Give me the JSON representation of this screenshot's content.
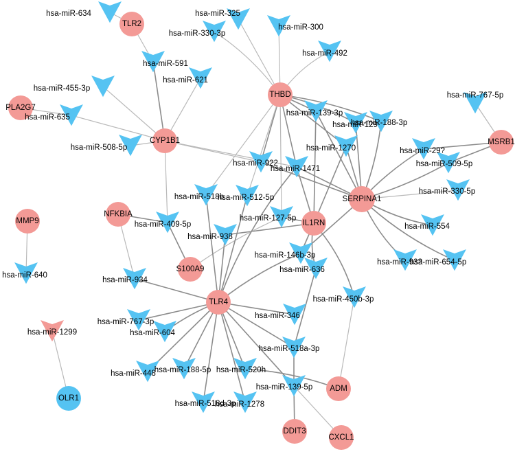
{
  "colors": {
    "gene_node": "#f39a96",
    "mirna_node": "#55c3f2",
    "edge_strong": "#8c8c8c",
    "edge_light": "#b9b9b9",
    "label": "#000000"
  },
  "genes": [
    {
      "id": "TLR2",
      "label": "TLR2",
      "color": "gene_node"
    },
    {
      "id": "THBD",
      "label": "THBD",
      "color": "gene_node"
    },
    {
      "id": "PLA2G7",
      "label": "PLA2G7",
      "color": "gene_node"
    },
    {
      "id": "CYP1B1",
      "label": "CYP1B1",
      "color": "gene_node"
    },
    {
      "id": "MSRB1",
      "label": "MSRB1",
      "color": "gene_node"
    },
    {
      "id": "SERPINA1",
      "label": "SERPINA1",
      "color": "gene_node"
    },
    {
      "id": "MMP9",
      "label": "MMP9",
      "color": "gene_node"
    },
    {
      "id": "NFKBIA",
      "label": "NFKBIA",
      "color": "gene_node"
    },
    {
      "id": "IL1RN",
      "label": "IL1RN",
      "color": "gene_node"
    },
    {
      "id": "S100A9",
      "label": "S100A9",
      "color": "gene_node"
    },
    {
      "id": "TLR4",
      "label": "TLR4",
      "color": "gene_node"
    },
    {
      "id": "ADM",
      "label": "ADM",
      "color": "gene_node"
    },
    {
      "id": "DDIT3",
      "label": "DDIT3",
      "color": "gene_node"
    },
    {
      "id": "CXCL1",
      "label": "CXCL1",
      "color": "gene_node"
    },
    {
      "id": "OLR1",
      "label": "OLR1",
      "color": "mirna_node"
    }
  ],
  "mirnas": [
    {
      "id": "634",
      "label": "hsa-miR-634",
      "color": "mirna_node"
    },
    {
      "id": "325",
      "label": "hsa-miR-325",
      "color": "mirna_node"
    },
    {
      "id": "300",
      "label": "hsa-miR-300",
      "color": "mirna_node"
    },
    {
      "id": "330-3p",
      "label": "hsa-miR-330-3p",
      "color": "mirna_node"
    },
    {
      "id": "492",
      "label": "hsa-miR-492",
      "color": "mirna_node"
    },
    {
      "id": "591",
      "label": "hsa-miR-591",
      "color": "mirna_node"
    },
    {
      "id": "621",
      "label": "hsa-miR-621",
      "color": "mirna_node"
    },
    {
      "id": "455-3p",
      "label": "hsa-miR-455-3p",
      "color": "mirna_node"
    },
    {
      "id": "767-5p-a",
      "label": "hsa-miR-767-5p",
      "color": "mirna_node"
    },
    {
      "id": "635",
      "label": "hsa-miR-635",
      "color": "mirna_node"
    },
    {
      "id": "139-3p",
      "label": "hsa-miR-139-3p",
      "color": "mirna_node"
    },
    {
      "id": "129",
      "label": "hsa-miR-129",
      "color": "mirna_node"
    },
    {
      "id": "188-3p",
      "label": "hsa-miR-188-3p",
      "color": "mirna_node"
    },
    {
      "id": "508-5p",
      "label": "hsa-miR-508-5p",
      "color": "mirna_node"
    },
    {
      "id": "1270",
      "label": "hsa-miR-1270",
      "color": "mirna_node"
    },
    {
      "id": "29x",
      "label": "hsa-miR-29?",
      "color": "mirna_node"
    },
    {
      "id": "509-5p",
      "label": "hsa-miR-509-5p",
      "color": "mirna_node"
    },
    {
      "id": "922",
      "label": "hsa-miR-922",
      "color": "mirna_node"
    },
    {
      "id": "1471",
      "label": "hsa-miR-1471",
      "color": "mirna_node"
    },
    {
      "id": "330-5p",
      "label": "hsa-miR-330-5p",
      "color": "mirna_node"
    },
    {
      "id": "518b",
      "label": "hsa-miR-518b",
      "color": "mirna_node"
    },
    {
      "id": "512-5p",
      "label": "hsa-miR-512-5p",
      "color": "mirna_node"
    },
    {
      "id": "127-5p",
      "label": "hsa-miR-127-5p",
      "color": "mirna_node"
    },
    {
      "id": "409-5p",
      "label": "hsa-miR-409-5p",
      "color": "mirna_node"
    },
    {
      "id": "554",
      "label": "hsa-miR-554",
      "color": "mirna_node"
    },
    {
      "id": "938",
      "label": "hsa-miR-938",
      "color": "mirna_node"
    },
    {
      "id": "146b-3p",
      "label": "hsa-miR-146b-3p",
      "color": "mirna_node"
    },
    {
      "id": "93x",
      "label": "hsa-miR-93?",
      "color": "mirna_node"
    },
    {
      "id": "654-5p",
      "label": "hsa-miR-654-5p",
      "color": "mirna_node"
    },
    {
      "id": "640",
      "label": "hsa-miR-640",
      "color": "mirna_node"
    },
    {
      "id": "636",
      "label": "hsa-miR-636",
      "color": "mirna_node"
    },
    {
      "id": "934",
      "label": "hsa-miR-934",
      "color": "mirna_node"
    },
    {
      "id": "450b-3p",
      "label": "hsa-miR-450b-3p",
      "color": "mirna_node"
    },
    {
      "id": "346",
      "label": "hsa-miR-346",
      "color": "mirna_node"
    },
    {
      "id": "767-3p",
      "label": "hsa-miR-767-3p",
      "color": "mirna_node"
    },
    {
      "id": "1299",
      "label": "hsa-miR-1299",
      "color": "gene_node"
    },
    {
      "id": "604",
      "label": "hsa-miR-604",
      "color": "mirna_node"
    },
    {
      "id": "518a-3p",
      "label": "hsa-miR-518a-3p",
      "color": "mirna_node"
    },
    {
      "id": "448",
      "label": "hsa-miR-448",
      "color": "mirna_node"
    },
    {
      "id": "188-5p",
      "label": "hsa-miR-188-5p",
      "color": "mirna_node"
    },
    {
      "id": "520h",
      "label": "hsa-miR-520h",
      "color": "mirna_node"
    },
    {
      "id": "139-5p",
      "label": "hsa-miR-139-5p",
      "color": "mirna_node"
    },
    {
      "id": "518d-3p",
      "label": "hsa-miR-518d-3p",
      "color": "mirna_node"
    },
    {
      "id": "1278",
      "label": "hsa-miR-1278",
      "color": "mirna_node"
    }
  ],
  "edges": [
    [
      "TLR2",
      "634"
    ],
    [
      "TLR2",
      "591"
    ],
    [
      "THBD",
      "325"
    ],
    [
      "THBD",
      "300"
    ],
    [
      "THBD",
      "330-3p"
    ],
    [
      "THBD",
      "492"
    ],
    [
      "THBD",
      "139-3p"
    ],
    [
      "THBD",
      "129"
    ],
    [
      "THBD",
      "188-3p"
    ],
    [
      "THBD",
      "1270"
    ],
    [
      "THBD",
      "922"
    ],
    [
      "THBD",
      "1471"
    ],
    [
      "THBD",
      "512-5p"
    ],
    [
      "THBD",
      "127-5p"
    ],
    [
      "THBD",
      "518b"
    ],
    [
      "CYP1B1",
      "591"
    ],
    [
      "CYP1B1",
      "621"
    ],
    [
      "CYP1B1",
      "455-3p"
    ],
    [
      "CYP1B1",
      "635"
    ],
    [
      "CYP1B1",
      "508-5p"
    ],
    [
      "CYP1B1",
      "409-5p"
    ],
    [
      "CYP1B1",
      "922"
    ],
    [
      "CYP1B1",
      "1471"
    ],
    [
      "PLA2G7",
      "635"
    ],
    [
      "MSRB1",
      "767-5p-a"
    ],
    [
      "MSRB1",
      "29x"
    ],
    [
      "MSRB1",
      "509-5p"
    ],
    [
      "SERPINA1",
      "139-3p"
    ],
    [
      "SERPINA1",
      "129"
    ],
    [
      "SERPINA1",
      "188-3p"
    ],
    [
      "SERPINA1",
      "1270"
    ],
    [
      "SERPINA1",
      "29x"
    ],
    [
      "SERPINA1",
      "509-5p"
    ],
    [
      "SERPINA1",
      "330-5p"
    ],
    [
      "SERPINA1",
      "1471"
    ],
    [
      "SERPINA1",
      "922"
    ],
    [
      "SERPINA1",
      "554"
    ],
    [
      "SERPINA1",
      "93x"
    ],
    [
      "SERPINA1",
      "654-5p"
    ],
    [
      "SERPINA1",
      "146b-3p"
    ],
    [
      "IL1RN",
      "1270"
    ],
    [
      "IL1RN",
      "139-3p"
    ],
    [
      "IL1RN",
      "1471"
    ],
    [
      "IL1RN",
      "127-5p"
    ],
    [
      "IL1RN",
      "146b-3p"
    ],
    [
      "IL1RN",
      "636"
    ],
    [
      "IL1RN",
      "450b-3p"
    ],
    [
      "IL1RN",
      "938"
    ],
    [
      "NFKBIA",
      "409-5p"
    ],
    [
      "NFKBIA",
      "934"
    ],
    [
      "S100A9",
      "409-5p"
    ],
    [
      "S100A9",
      "127-5p"
    ],
    [
      "TLR4",
      "518b"
    ],
    [
      "TLR4",
      "512-5p"
    ],
    [
      "TLR4",
      "938"
    ],
    [
      "TLR4",
      "934"
    ],
    [
      "TLR4",
      "146b-3p"
    ],
    [
      "TLR4",
      "346"
    ],
    [
      "TLR4",
      "767-3p"
    ],
    [
      "TLR4",
      "604"
    ],
    [
      "TLR4",
      "448"
    ],
    [
      "TLR4",
      "188-5p"
    ],
    [
      "TLR4",
      "518d-3p"
    ],
    [
      "TLR4",
      "520h"
    ],
    [
      "TLR4",
      "1278"
    ],
    [
      "TLR4",
      "518a-3p"
    ],
    [
      "TLR4",
      "139-5p"
    ],
    [
      "TLR4",
      "1471"
    ],
    [
      "MMP9",
      "640"
    ],
    [
      "ADM",
      "450b-3p"
    ],
    [
      "ADM",
      "520h"
    ],
    [
      "DDIT3",
      "139-5p"
    ],
    [
      "CXCL1",
      "139-5p"
    ],
    [
      "OLR1",
      "1299"
    ],
    [
      "636",
      "518a-3p"
    ],
    [
      "518a-3p",
      "139-5p"
    ]
  ]
}
